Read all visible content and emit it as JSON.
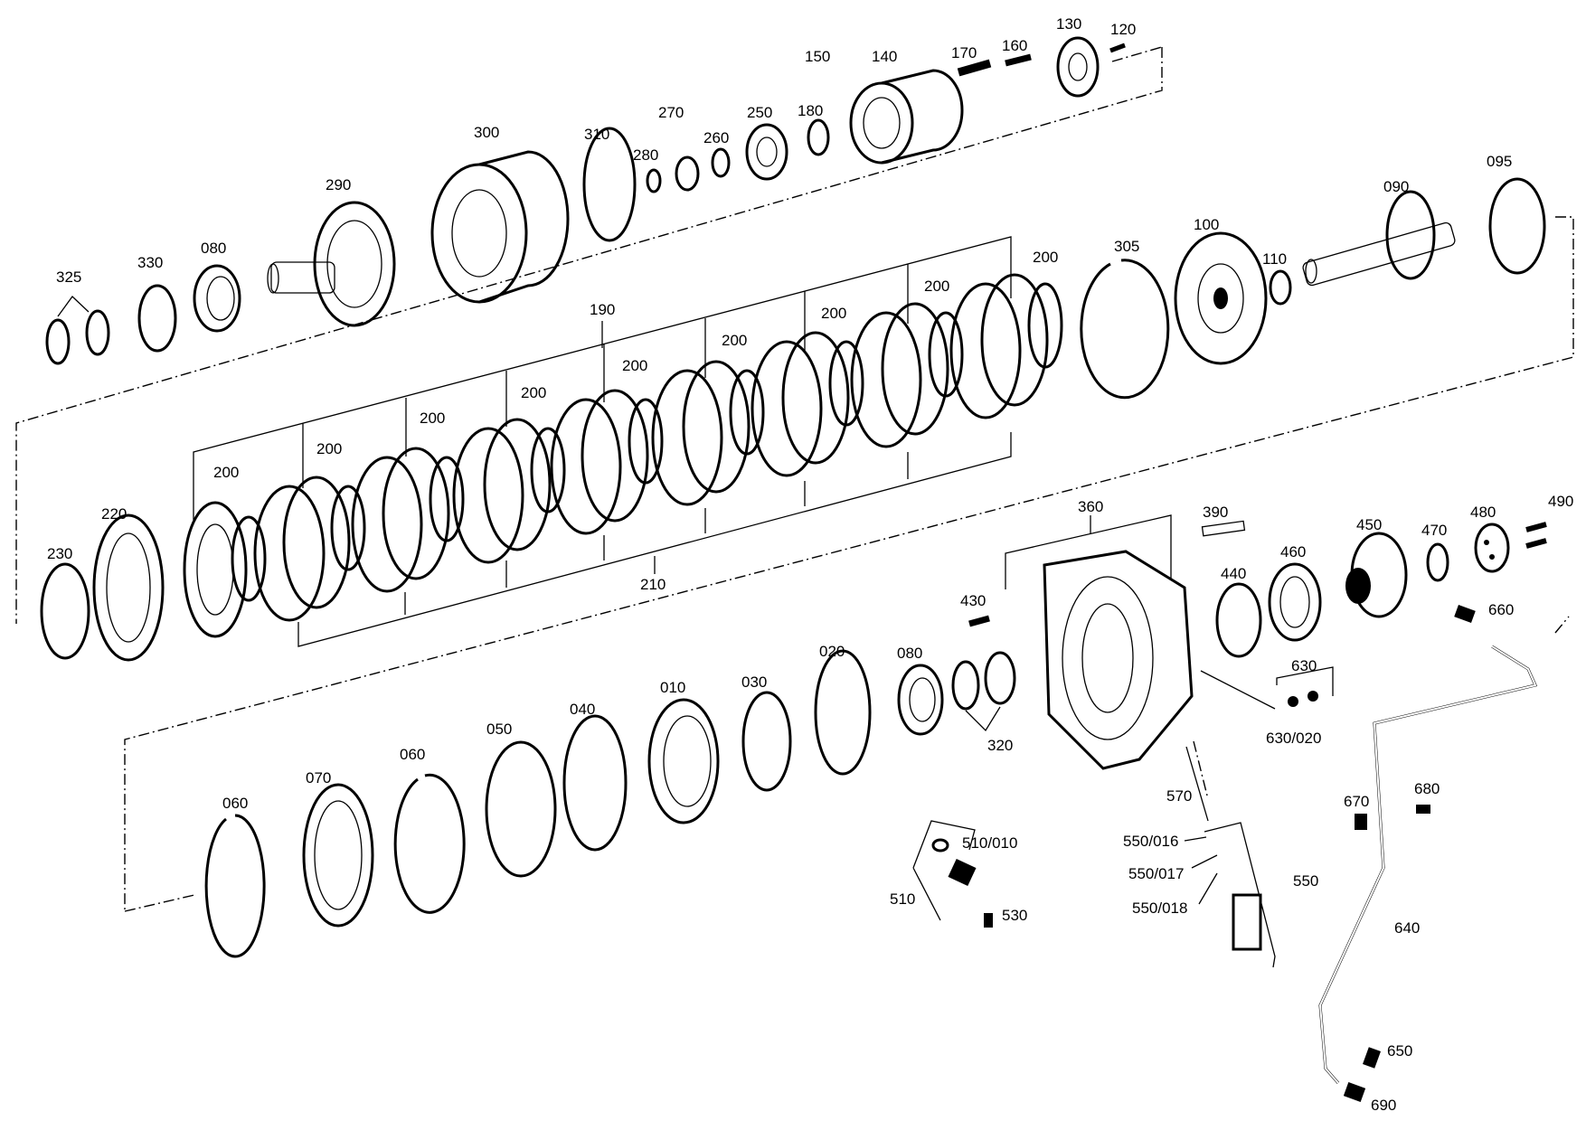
{
  "labels": {
    "l325": "325",
    "l330": "330",
    "l080a": "080",
    "l290": "290",
    "l300": "300",
    "l310": "310",
    "l280": "280",
    "l270": "270",
    "l260": "260",
    "l250": "250",
    "l180": "180",
    "l150": "150",
    "l140": "140",
    "l170": "170",
    "l160": "160",
    "l130": "130",
    "l120": "120",
    "l095": "095",
    "l090": "090",
    "l110": "110",
    "l100": "100",
    "l305": "305",
    "l190": "190",
    "l210": "210",
    "l220": "220",
    "l230": "230",
    "l360": "360",
    "l390": "390",
    "l440": "440",
    "l460": "460",
    "l450": "450",
    "l470": "470",
    "l480": "480",
    "l490": "490",
    "l430": "430",
    "l660": "660",
    "l630": "630",
    "l630020": "630/020",
    "l320": "320",
    "l080b": "080",
    "l020": "020",
    "l030": "030",
    "l010": "010",
    "l040": "040",
    "l050": "050",
    "l060a": "060",
    "l060b": "060",
    "l070": "070",
    "l570": "570",
    "l550016": "550/016",
    "l550017": "550/017",
    "l550018": "550/018",
    "l550": "550",
    "l510010": "510/010",
    "l510": "510",
    "l530": "530",
    "l670": "670",
    "l680": "680",
    "l640": "640",
    "l650": "650",
    "l690": "690",
    "l200": "200"
  },
  "colors": {
    "ink": "#000000",
    "paper": "#ffffff"
  }
}
